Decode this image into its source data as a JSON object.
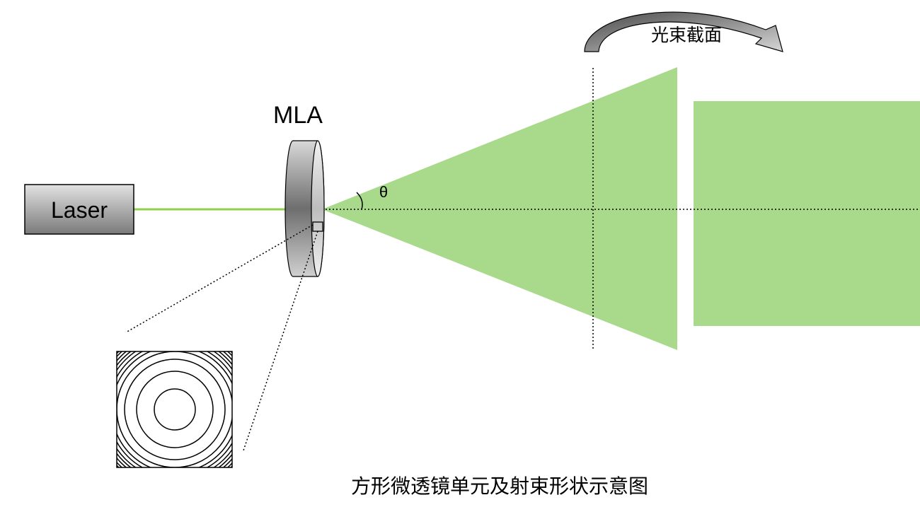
{
  "labels": {
    "laser": "Laser",
    "mla": "MLA",
    "angle": "θ",
    "cross_section": "光束截面"
  },
  "caption": "方形微透镜单元及射束形状示意图",
  "colors": {
    "beam_fill": "#a9d98b",
    "laser_line": "#92d050",
    "outline": "#000000"
  }
}
